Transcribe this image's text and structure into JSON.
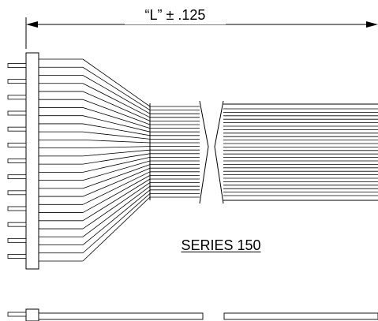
{
  "drawing": {
    "dimension_label": "“L” ± .125",
    "series_label": "SERIES 150",
    "conductor_count": 26,
    "pin_count": 13,
    "line_color": "#000000",
    "background_color": "#ffffff"
  }
}
